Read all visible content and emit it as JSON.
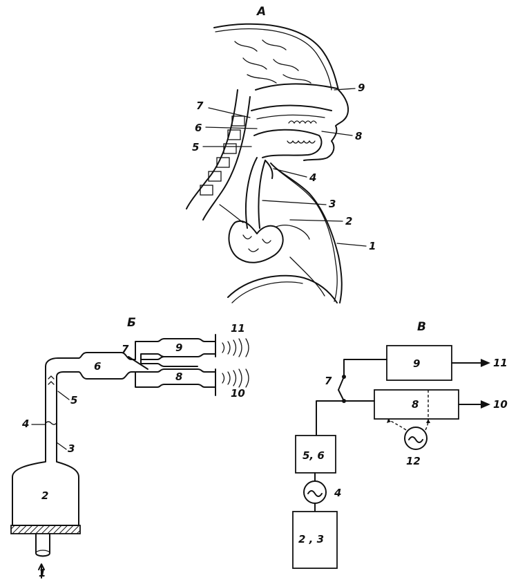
{
  "panels": {
    "a": {
      "title": "А",
      "labels": [
        "9",
        "7",
        "6",
        "8",
        "5",
        "4",
        "3",
        "2",
        "1"
      ]
    },
    "b": {
      "title": "Б",
      "labels": [
        "11",
        "9",
        "7",
        "6",
        "8",
        "10",
        "5",
        "4",
        "3",
        "2",
        "1"
      ]
    },
    "c": {
      "title": "В",
      "labels": [
        "9",
        "11",
        "7",
        "8",
        "10",
        "5, 6",
        "12",
        "4",
        "2 , 3"
      ]
    }
  }
}
